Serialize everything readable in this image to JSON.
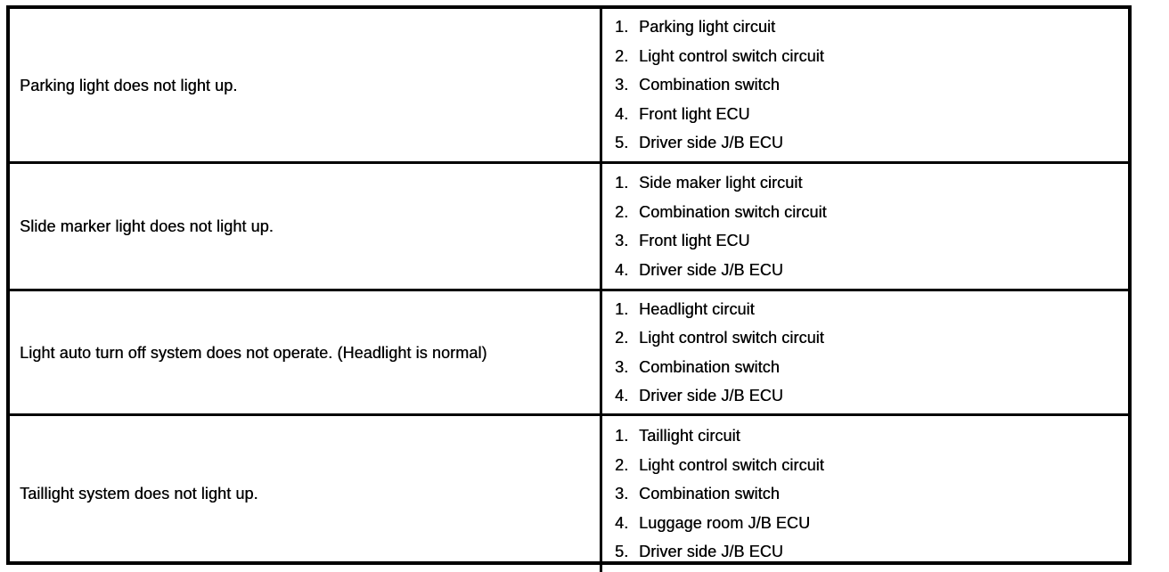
{
  "table": {
    "rows": [
      {
        "symptom": "Parking light does not light up.",
        "suspect_areas": [
          "Parking light circuit",
          "Light control switch circuit",
          "Combination switch",
          "Front light ECU",
          "Driver side J/B ECU"
        ]
      },
      {
        "symptom": "Slide marker light does not light up.",
        "suspect_areas": [
          "Side maker light circuit",
          "Combination switch circuit",
          "Front light ECU",
          "Driver side J/B ECU"
        ]
      },
      {
        "symptom": "Light auto turn off system does not operate. (Headlight is normal)",
        "suspect_areas": [
          "Headlight circuit",
          "Light control switch circuit",
          "Combination switch",
          "Driver side J/B ECU"
        ]
      },
      {
        "symptom": "Taillight system does not light up.",
        "suspect_areas": [
          "Taillight circuit",
          "Light control switch circuit",
          "Combination switch",
          "Luggage room J/B ECU",
          "Driver side J/B ECU"
        ]
      }
    ]
  },
  "colors": {
    "ink": "#000000",
    "paper": "#ffffff"
  }
}
